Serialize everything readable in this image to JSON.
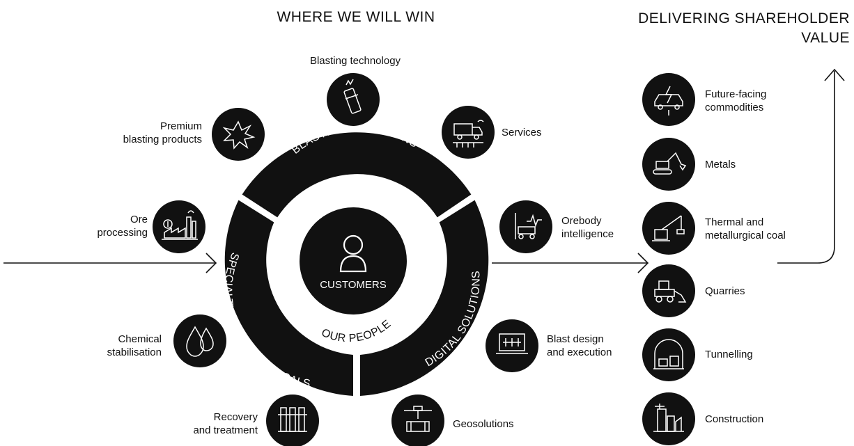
{
  "headings": {
    "where_we_will_win": "WHERE WE WILL WIN",
    "delivering_line1": "DELIVERING",
    "delivering_line2": "SHAREHOLDER VALUE"
  },
  "ring": {
    "segments": {
      "blasting": "BLASTING SOLUTIONS",
      "specialty": "SPECIALTY MINING CHEMICALS",
      "digital": "DIGITAL SOLUTIONS"
    },
    "inner_label": "OUR PEOPLE",
    "center_label": "CUSTOMERS"
  },
  "offerings": {
    "blasting_technology": [
      "Blasting technology"
    ],
    "premium_blasting": [
      "Premium",
      "blasting products"
    ],
    "services": [
      "Services"
    ],
    "ore_processing": [
      "Ore",
      "processing"
    ],
    "orebody_intelligence": [
      "Orebody",
      "intelligence"
    ],
    "chemical_stabilisation": [
      "Chemical",
      "stabilisation"
    ],
    "blast_design": [
      "Blast design",
      "and execution"
    ],
    "recovery_treatment": [
      "Recovery",
      "and treatment"
    ],
    "geosolutions": [
      "Geosolutions"
    ]
  },
  "markets": {
    "future_facing": [
      "Future-facing",
      "commodities"
    ],
    "metals": [
      "Metals"
    ],
    "coal": [
      "Thermal and",
      "metallurgical coal"
    ],
    "quarries": [
      "Quarries"
    ],
    "tunnelling": [
      "Tunnelling"
    ],
    "construction": [
      "Construction"
    ]
  },
  "icons": {
    "blasting_technology": "detonator-icon",
    "premium_blasting": "explosion-icon",
    "services": "truck-icon",
    "ore_processing": "factory-icon",
    "orebody_intelligence": "drill-rig-icon",
    "chemical_stabilisation": "droplets-icon",
    "blast_design": "laptop-grid-icon",
    "recovery_treatment": "tanks-icon",
    "geosolutions": "survey-icon",
    "future_facing": "electric-car-icon",
    "metals": "excavator-icon",
    "coal": "dragline-icon",
    "quarries": "loader-icon",
    "tunnelling": "tunnel-icon",
    "construction": "buildings-icon",
    "customers": "person-icon"
  },
  "colors": {
    "ink": "#111111",
    "background": "#ffffff"
  }
}
